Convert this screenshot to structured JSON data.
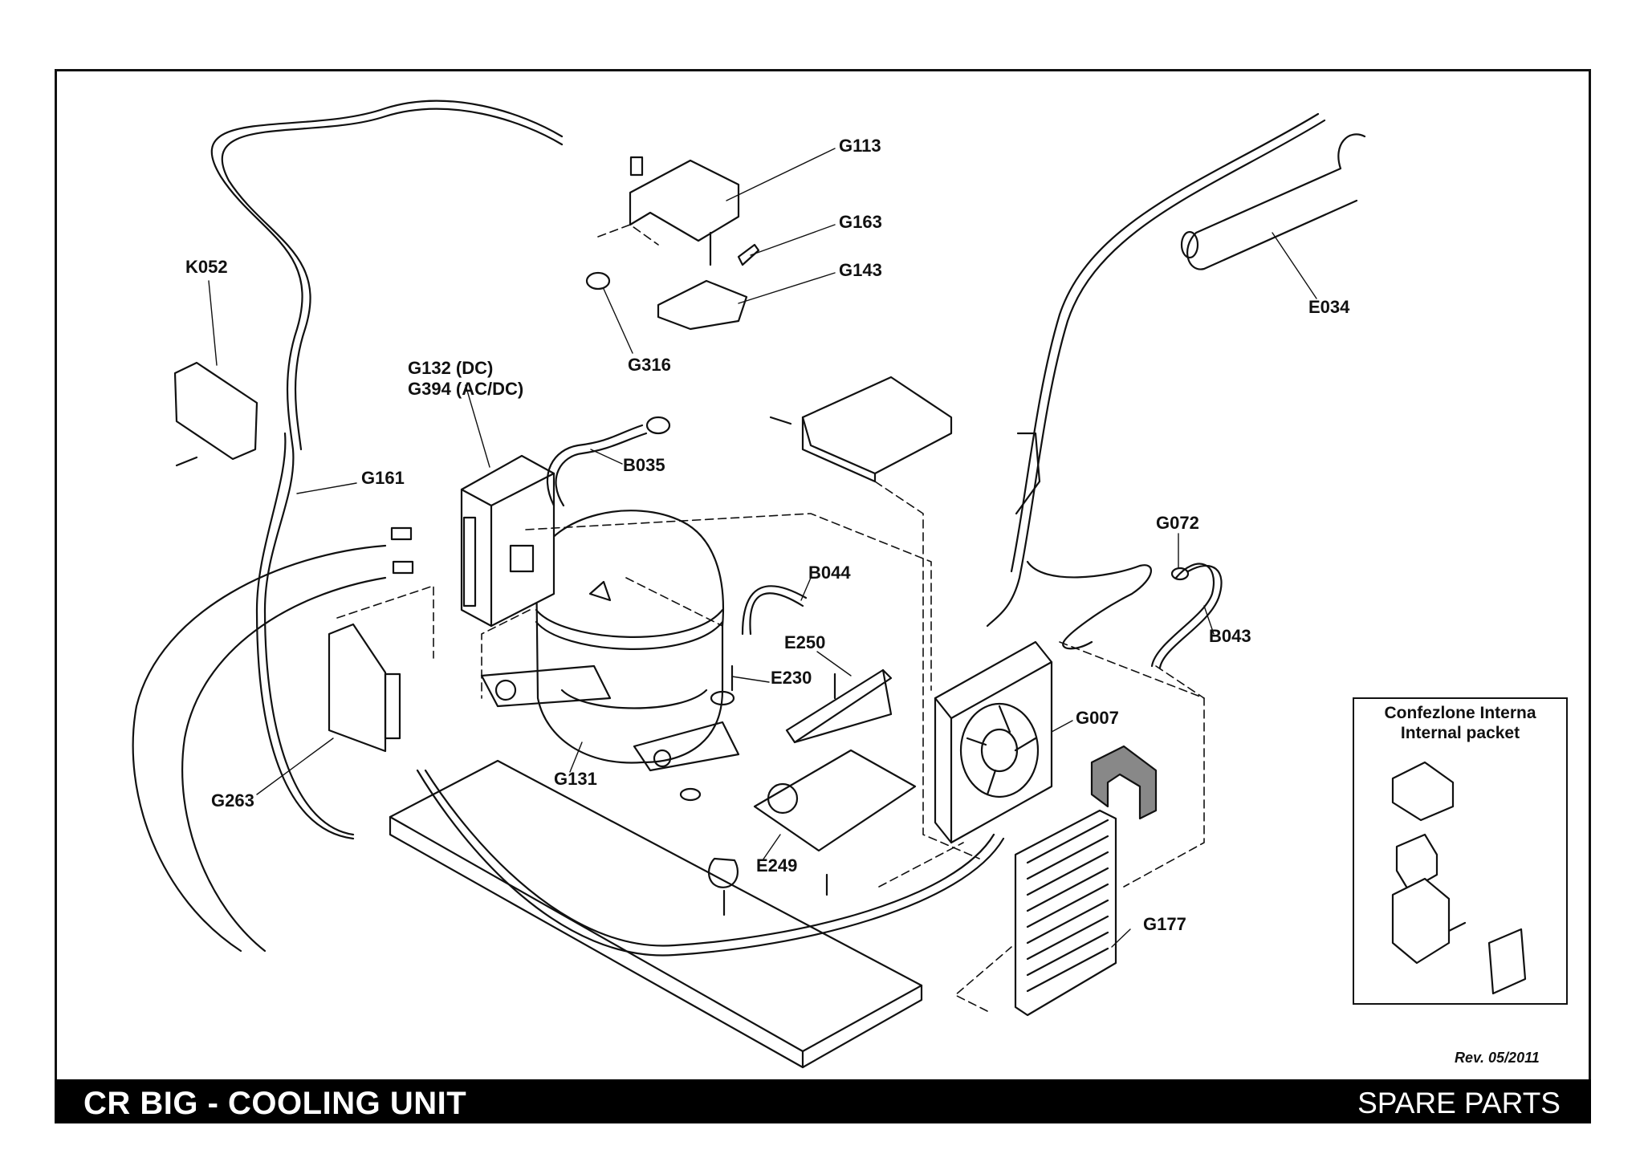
{
  "title": "CR BIG - COOLING UNIT",
  "section": "SPARE PARTS",
  "revision": "Rev. 05/2011",
  "inset": {
    "line1": "Confezlone Interna",
    "line2": "Internal packet"
  },
  "labels": {
    "G113": "G113",
    "G163": "G163",
    "G143": "G143",
    "G316": "G316",
    "K052": "K052",
    "E034": "E034",
    "G132": "G132 (DC)",
    "G394": "G394 (AC/DC)",
    "B035": "B035",
    "G161": "G161",
    "G072": "G072",
    "B044": "B044",
    "B043": "B043",
    "E250": "E250",
    "E230": "E230",
    "G007": "G007",
    "G131": "G131",
    "G263": "G263",
    "E249": "E249",
    "G177": "G177"
  }
}
